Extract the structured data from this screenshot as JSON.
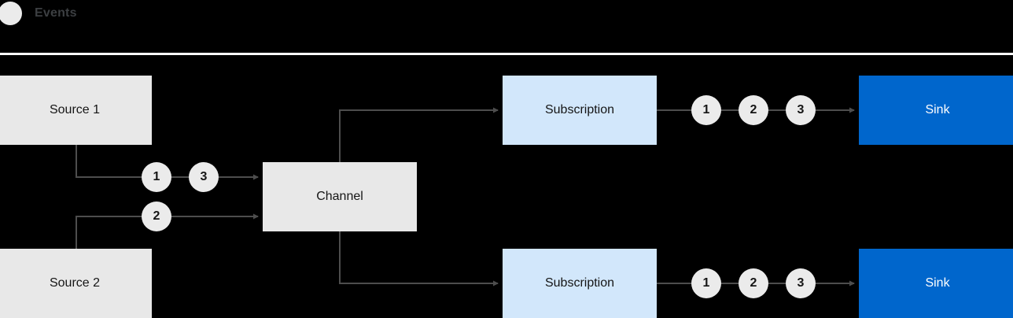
{
  "legend": {
    "icon": "event-dot-icon",
    "label": "Events"
  },
  "colors": {
    "background": "#000000",
    "source_box": "#e8e8e8",
    "channel_box": "#e8e8e8",
    "subscription_box": "#d2e7fb",
    "sink_box": "#0066cc",
    "token": "#ebebeb",
    "connector": "#4d4d4d",
    "divider": "#ffffff",
    "text_dark": "#151515",
    "text_light": "#ffffff",
    "legend_text": "#3c3f42"
  },
  "nodes": {
    "source_1": "Source 1",
    "source_2": "Source 2",
    "channel": "Channel",
    "subscription_1": "Subscription",
    "subscription_2": "Subscription",
    "sink_1": "Sink",
    "sink_2": "Sink"
  },
  "tokens": {
    "source_1_stream": [
      "1",
      "3"
    ],
    "source_2_stream": [
      "2"
    ],
    "subscription_1_stream": [
      "1",
      "2",
      "3"
    ],
    "subscription_2_stream": [
      "1",
      "2",
      "3"
    ]
  }
}
